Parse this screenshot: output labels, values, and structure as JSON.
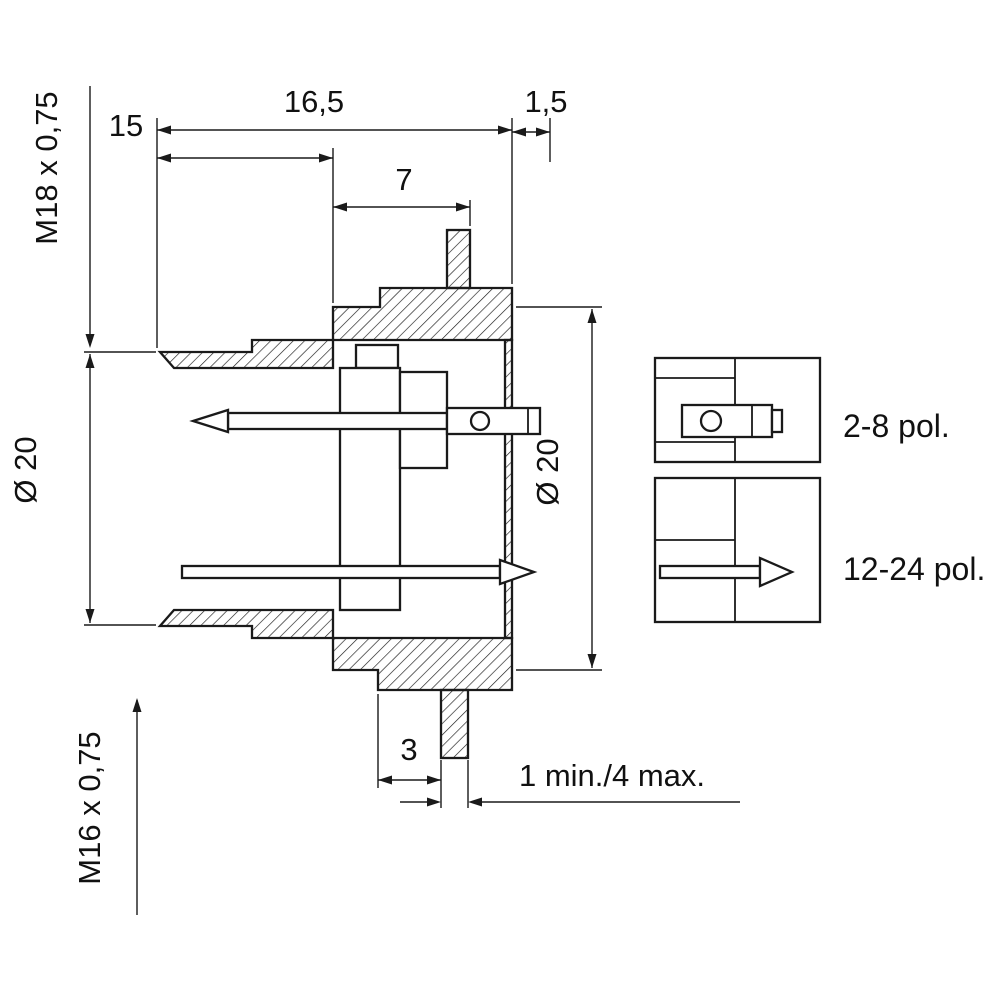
{
  "page": {
    "background": "#ffffff",
    "line_color": "#1a1a1a"
  },
  "drawing": {
    "dims": {
      "top_width": "16,5",
      "front_length": "15",
      "flange_offset": "1,5",
      "tab_span": "7",
      "tab_offset": "3",
      "panel_thickness": "1 min./4 max."
    },
    "threads": {
      "front": "M18 x 0,75",
      "rear": "M16 x 0,75"
    },
    "diameters": {
      "left": "Ø 20",
      "right": "Ø 20"
    },
    "variants": {
      "small": "2-8 pol.",
      "large": "12-24 pol."
    }
  }
}
